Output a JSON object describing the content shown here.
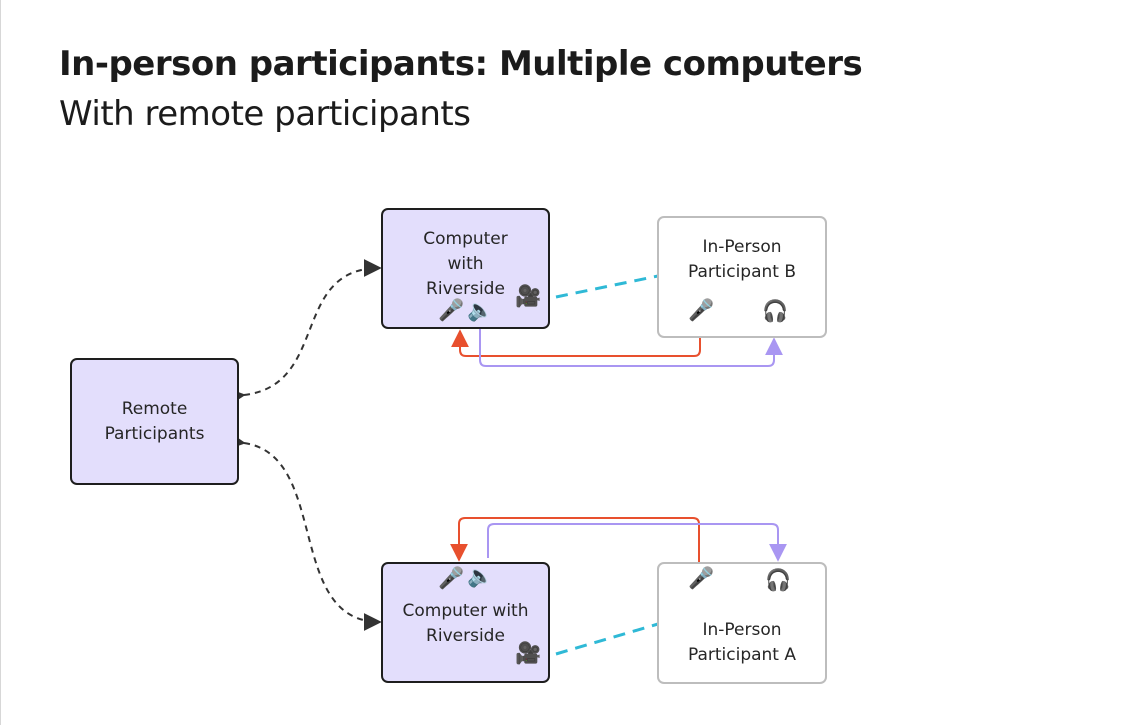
{
  "header": {
    "title": "In-person participants: Multiple computers",
    "subtitle": "With remote participants"
  },
  "nodes": {
    "remote": {
      "label": "Remote\nParticipants"
    },
    "computer_top": {
      "label": "Computer\nwith\nRiverside"
    },
    "computer_bottom": {
      "label": "Computer with\nRiverside"
    },
    "participant_b": {
      "label": "In-Person\nParticipant B"
    },
    "participant_a": {
      "label": "In-Person\nParticipant A"
    }
  },
  "icons": {
    "microphone": "🎤",
    "speaker": "🔈",
    "camera": "🎥",
    "headphones": "🎧"
  },
  "colors": {
    "computer_fill": "#e3defc",
    "audio_out": "#e8502e",
    "audio_in": "#a996f2",
    "video": "#2fb9d6",
    "remote_link": "#333333"
  }
}
